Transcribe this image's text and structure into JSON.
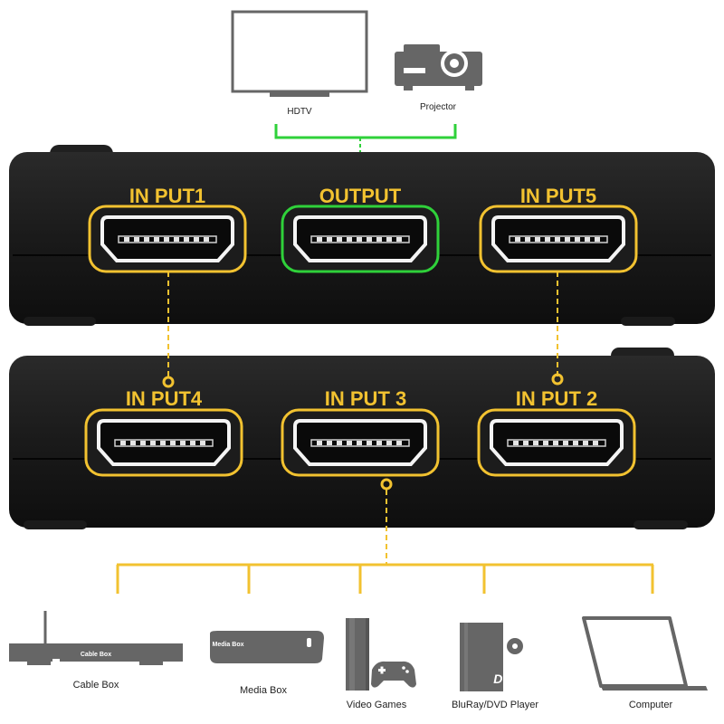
{
  "colors": {
    "input_accent": "#f2c230",
    "output_accent": "#2fd13a",
    "device_body": "#1c1c1c",
    "icon_gray": "#666666"
  },
  "top_devices": {
    "hdtv_label": "HDTV",
    "projector_label": "Projector"
  },
  "switch_top": {
    "ports": [
      {
        "label": "IN PUT1",
        "role": "input"
      },
      {
        "label": "OUTPUT",
        "role": "output"
      },
      {
        "label": "IN PUT5",
        "role": "input"
      }
    ]
  },
  "switch_bottom": {
    "ports": [
      {
        "label": "IN PUT4",
        "role": "input"
      },
      {
        "label": "IN PUT 3",
        "role": "input"
      },
      {
        "label": "IN PUT 2",
        "role": "input"
      }
    ]
  },
  "bottom_devices": {
    "cable_box_label": "Cable Box",
    "cable_box_screen": "Cable Box",
    "media_box_label": "Media Box",
    "media_box_screen": "Media Box",
    "video_games_label": "Video Games",
    "bluray_label": "BluRay/DVD Player",
    "dvd_logo": "DVD",
    "computer_label": "Computer"
  },
  "icons": [
    "tv-icon",
    "projector-icon",
    "hdmi-port-icon",
    "cable-box-icon",
    "media-box-icon",
    "game-console-icon",
    "gamepad-icon",
    "dvd-player-icon",
    "laptop-icon"
  ]
}
